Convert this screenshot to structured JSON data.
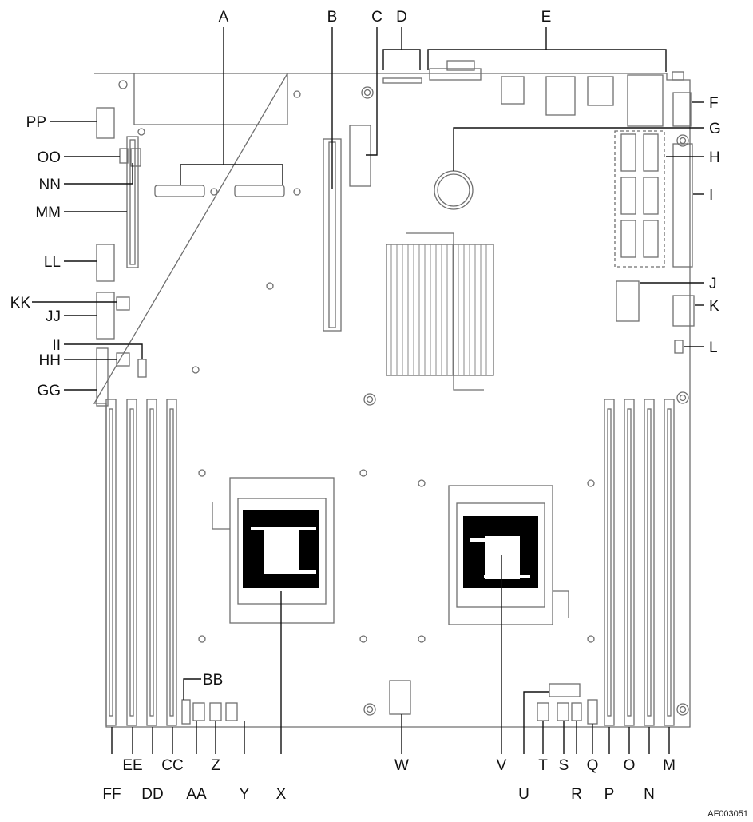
{
  "labels": {
    "A": "A",
    "B": "B",
    "C": "C",
    "D": "D",
    "E": "E",
    "F": "F",
    "G": "G",
    "H": "H",
    "I": "I",
    "J": "J",
    "K": "K",
    "L": "L",
    "M": "M",
    "N": "N",
    "O": "O",
    "P": "P",
    "Q": "Q",
    "R": "R",
    "S": "S",
    "T": "T",
    "U": "U",
    "V": "V",
    "W": "W",
    "X": "X",
    "Y": "Y",
    "Z": "Z",
    "AA": "AA",
    "BB": "BB",
    "CC": "CC",
    "DD": "DD",
    "EE": "EE",
    "FF": "FF",
    "GG": "GG",
    "HH": "HH",
    "II": "II",
    "JJ": "JJ",
    "KK": "KK",
    "LL": "LL",
    "MM": "MM",
    "NN": "NN",
    "OO": "OO",
    "PP": "PP"
  },
  "figure_id": "AF003051"
}
